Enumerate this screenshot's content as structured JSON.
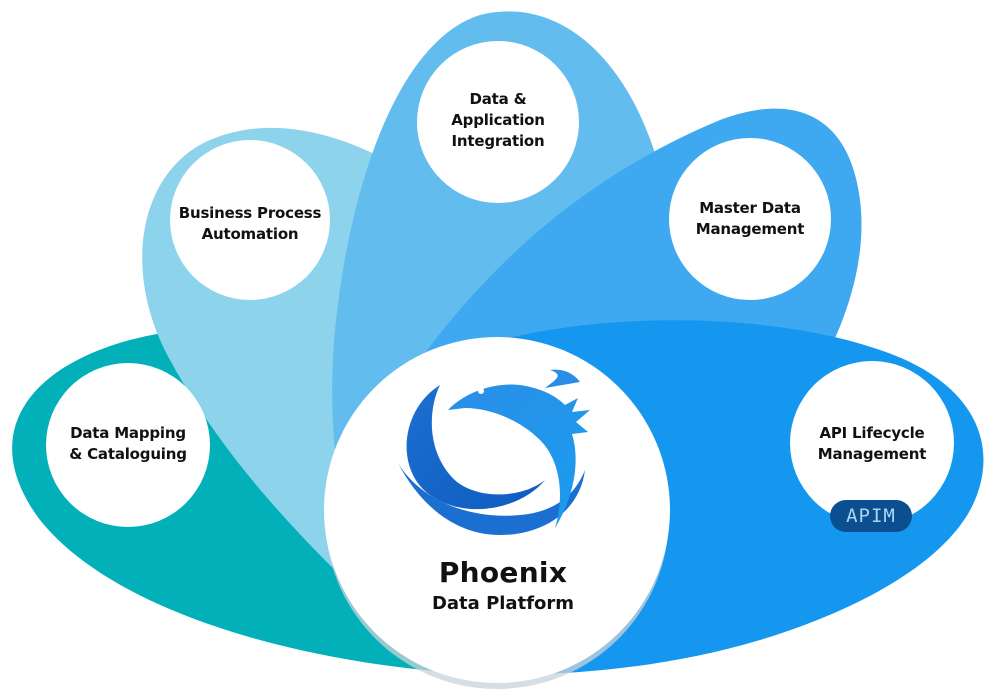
{
  "diagram": {
    "center": {
      "title": "Phoenix",
      "subtitle": "Data Platform",
      "logo_icon": "phoenix-bird-logo"
    },
    "petals": [
      {
        "id": "data-mapping",
        "lines": [
          "Data Mapping",
          "& Cataloguing"
        ],
        "color": "#02b0b9"
      },
      {
        "id": "business-process",
        "lines": [
          "Business Process",
          "Automation"
        ],
        "color": "#8dd3ec"
      },
      {
        "id": "data-app-integration",
        "lines": [
          "Data &",
          "Application",
          "Integration"
        ],
        "color": "#62bdee"
      },
      {
        "id": "master-data",
        "lines": [
          "Master Data",
          "Management"
        ],
        "color": "#3ea8f0"
      },
      {
        "id": "api-lifecycle",
        "lines": [
          "API Lifecycle",
          "Management"
        ],
        "color": "#1597f0",
        "badge": "APIM",
        "badge_color": "#0c4f91"
      }
    ]
  }
}
